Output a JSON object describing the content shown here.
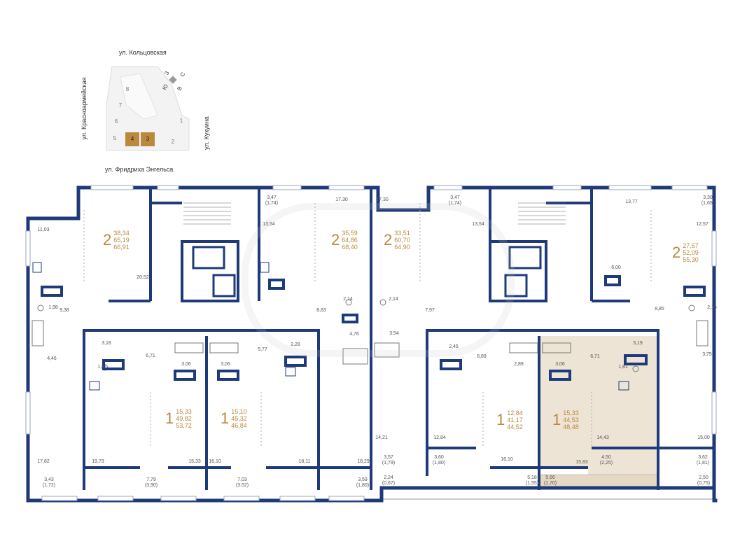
{
  "site_plan": {
    "streets": {
      "top": "ул. Кольцовская",
      "left": "ул. Красноармейская",
      "right": "ул. Кукуина",
      "bottom": "ул. Фридриха Энгельса"
    },
    "compass": [
      "Ю",
      "З",
      "С",
      "В"
    ],
    "sections": [
      {
        "label": "8",
        "selected": false
      },
      {
        "label": "7",
        "selected": false
      },
      {
        "label": "6",
        "selected": false
      },
      {
        "label": "5",
        "selected": false
      },
      {
        "label": "4",
        "selected": true
      },
      {
        "label": "3",
        "selected": true
      },
      {
        "label": "2",
        "selected": false
      },
      {
        "label": "1",
        "selected": false
      }
    ],
    "highlight_color": "#b9893f"
  },
  "colors": {
    "wall": "#1f3a7a",
    "accent": "#b9893f",
    "selected_fill": "#ede4d6"
  },
  "apartments": [
    {
      "rooms": "2",
      "areas": [
        "38,34",
        "65,19",
        "66,91"
      ]
    },
    {
      "rooms": "2",
      "areas": [
        "35,59",
        "64,86",
        "68,40"
      ]
    },
    {
      "rooms": "2",
      "areas": [
        "33,51",
        "60,70",
        "64,90"
      ]
    },
    {
      "rooms": "2",
      "areas": [
        "27,57",
        "52,09",
        "55,30"
      ]
    },
    {
      "rooms": "1",
      "areas": [
        "15,33",
        "49,82",
        "53,72"
      ]
    },
    {
      "rooms": "1",
      "areas": [
        "15,10",
        "45,32",
        "46,84"
      ]
    },
    {
      "rooms": "1",
      "areas": [
        "12,84",
        "41,17",
        "44,52"
      ]
    },
    {
      "rooms": "1",
      "areas": [
        "15,33",
        "44,53",
        "48,48"
      ]
    }
  ],
  "room_areas": [
    "11,03",
    "3,47",
    "(1,74)",
    "13,54",
    "20,52",
    "9,38",
    "1,98",
    "4,46",
    "3,18",
    "1,81",
    "6,71",
    "3,06",
    "3,06",
    "5,77",
    "2,28",
    "17,30",
    "17,30",
    "3,47",
    "(1,74)",
    "13,54",
    "2,14",
    "2,14",
    "8,83",
    "7,97",
    "4,76",
    "3,54",
    "13,77",
    "3,30",
    "(1,65)",
    "12,57",
    "6,00",
    "8,85",
    "2,15",
    "3,75",
    "2,45",
    "6,89",
    "2,89",
    "3,06",
    "6,71",
    "3,19",
    "1,81",
    "14,43",
    "15,00",
    "17,82",
    "19,73",
    "15,33",
    "16,10",
    "18,11",
    "18,29",
    "14,21",
    "12,84",
    "16,10",
    "15,83",
    "3,43",
    "(1,72)",
    "7,79",
    "(3,90)",
    "7,03",
    "(3,52)",
    "3,59",
    "(1,80)",
    "3,57",
    "(1,79)",
    "3,60",
    "(1,80)",
    "2,24",
    "(0,67)",
    "5,18",
    "(1,55)",
    "5,66",
    "(1,70)",
    "4,50",
    "(2,25)",
    "3,62",
    "(1,81)",
    "2,50",
    "(0,75)"
  ]
}
